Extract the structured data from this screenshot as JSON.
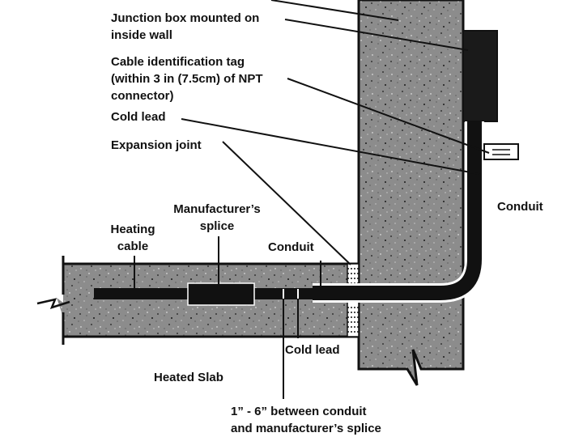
{
  "labels": {
    "junction_box": "Junction box mounted on\ninside wall",
    "tag": "Cable identification tag\n(within 3 in (7.5cm) of NPT\nconnector)",
    "cold_lead_top": "Cold lead",
    "expansion_joint": "Expansion joint",
    "conduit_right": "Conduit",
    "manufacturers_splice": "Manufacturer’s\nsplice",
    "heating_cable": "Heating\ncable",
    "conduit_slab": "Conduit",
    "cold_lead_bottom": "Cold lead",
    "heated_slab": "Heated Slab",
    "spacing": "1” - 6” between conduit\nand manufacturer’s splice"
  },
  "colors": {
    "concrete": "#8c8c8c",
    "outline": "#111111",
    "cable": "#111111",
    "text": "#111111",
    "background": "#ffffff"
  }
}
